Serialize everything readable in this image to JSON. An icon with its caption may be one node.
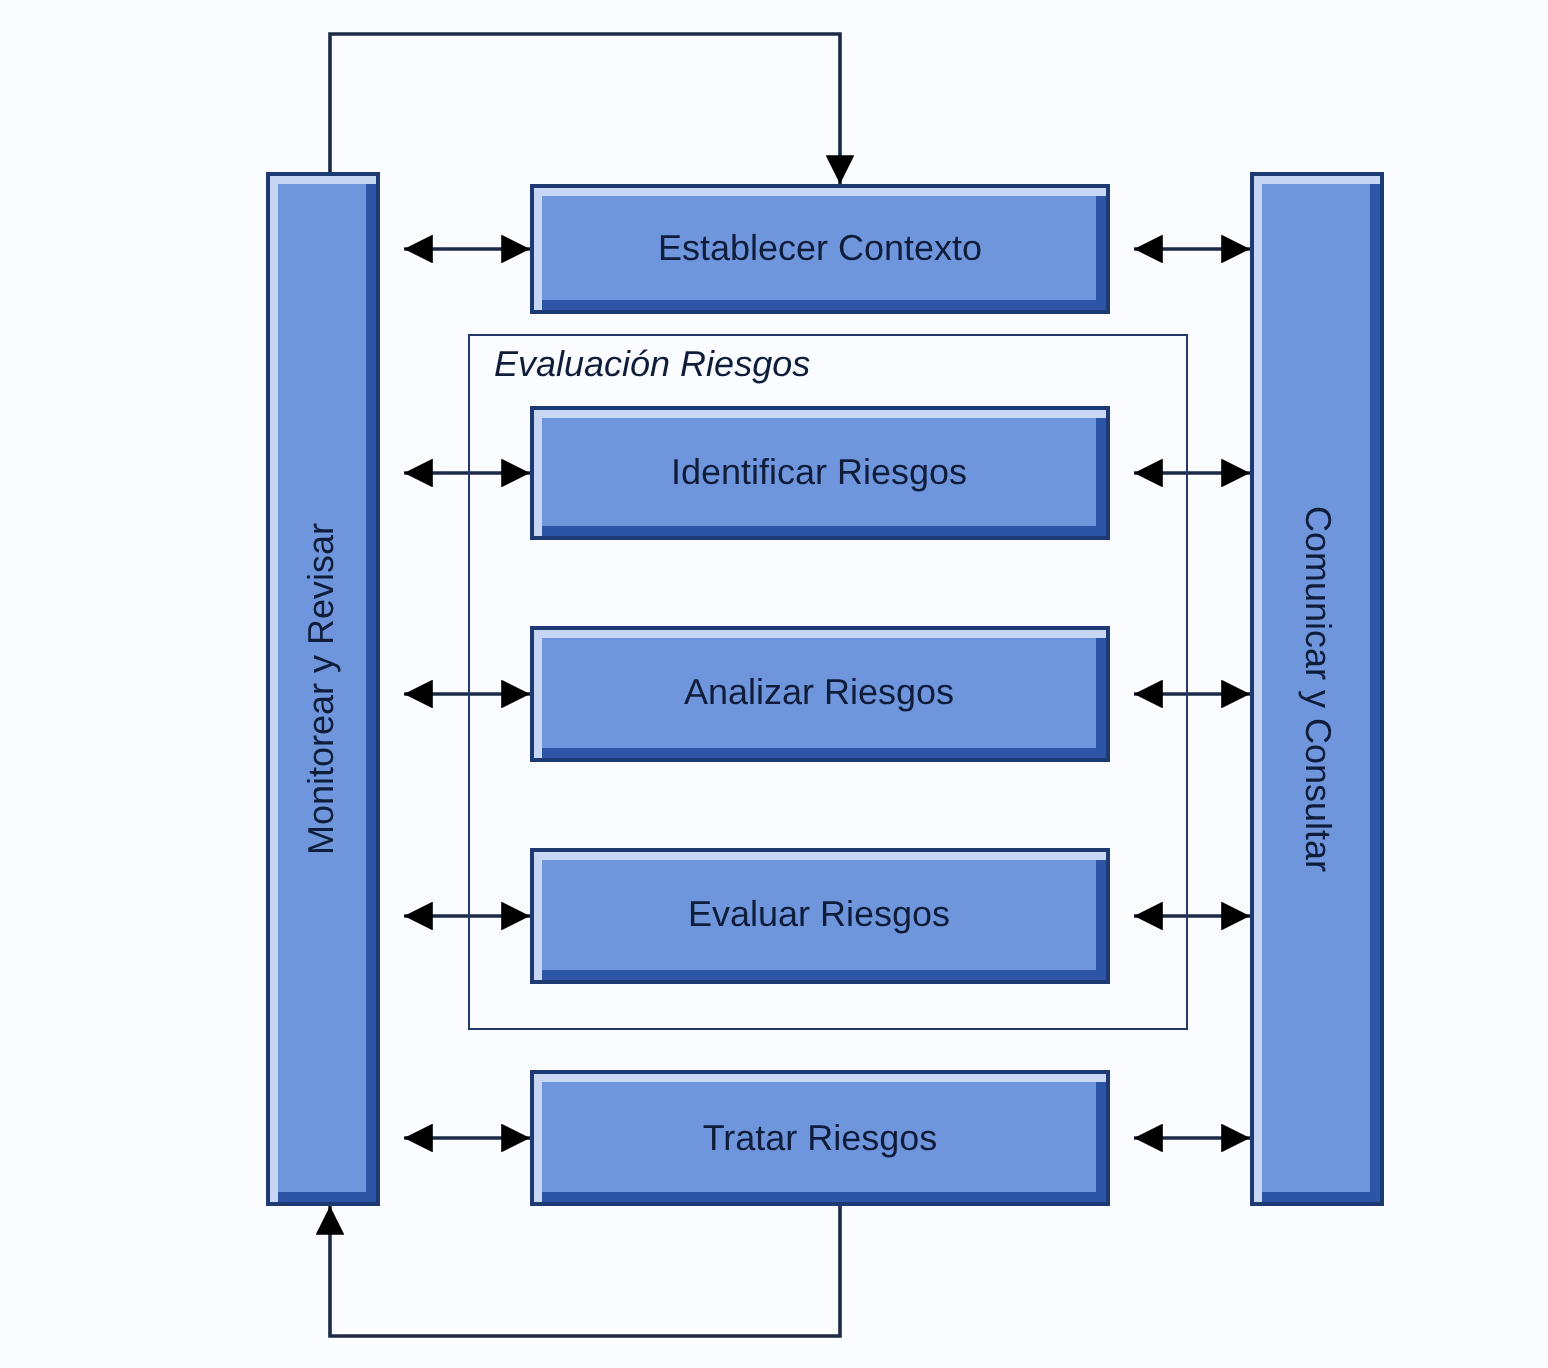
{
  "diagram": {
    "nodes": [
      {
        "text": [
          "Monitorear y Revisar"
        ]
      },
      {
        "text": [
          "Establecer Contexto"
        ]
      },
      {
        "text": [
          "Evaluación Riesgos"
        ]
      },
      {
        "text": [
          "Identificar Riesgos"
        ],
        "in": 2
      },
      {
        "text": [
          "Analizar Riesgos"
        ],
        "in": 2
      },
      {
        "text": [
          "Evaluar Riesgos"
        ],
        "in": 2
      },
      {
        "text": [
          "Tratar Riesgos"
        ]
      },
      {
        "text": [
          "Comunicar y Consultar"
        ]
      }
    ],
    "edges": [
      {
        "from": 0,
        "to": 1,
        "arrow": "to"
      },
      {
        "from": 6,
        "to": 0,
        "arrow": "to"
      },
      {
        "from": 0,
        "to": 1,
        "arrow": "both"
      },
      {
        "from": 0,
        "to": 3,
        "arrow": "both"
      },
      {
        "from": 0,
        "to": 4,
        "arrow": "both"
      },
      {
        "from": 0,
        "to": 5,
        "arrow": "both"
      },
      {
        "from": 0,
        "to": 6,
        "arrow": "both"
      },
      {
        "from": 1,
        "to": 7,
        "arrow": "both"
      },
      {
        "from": 3,
        "to": 7,
        "arrow": "both"
      },
      {
        "from": 4,
        "to": 7,
        "arrow": "both"
      },
      {
        "from": 5,
        "to": 7,
        "arrow": "both"
      },
      {
        "from": 6,
        "to": 7,
        "arrow": "both"
      }
    ]
  }
}
